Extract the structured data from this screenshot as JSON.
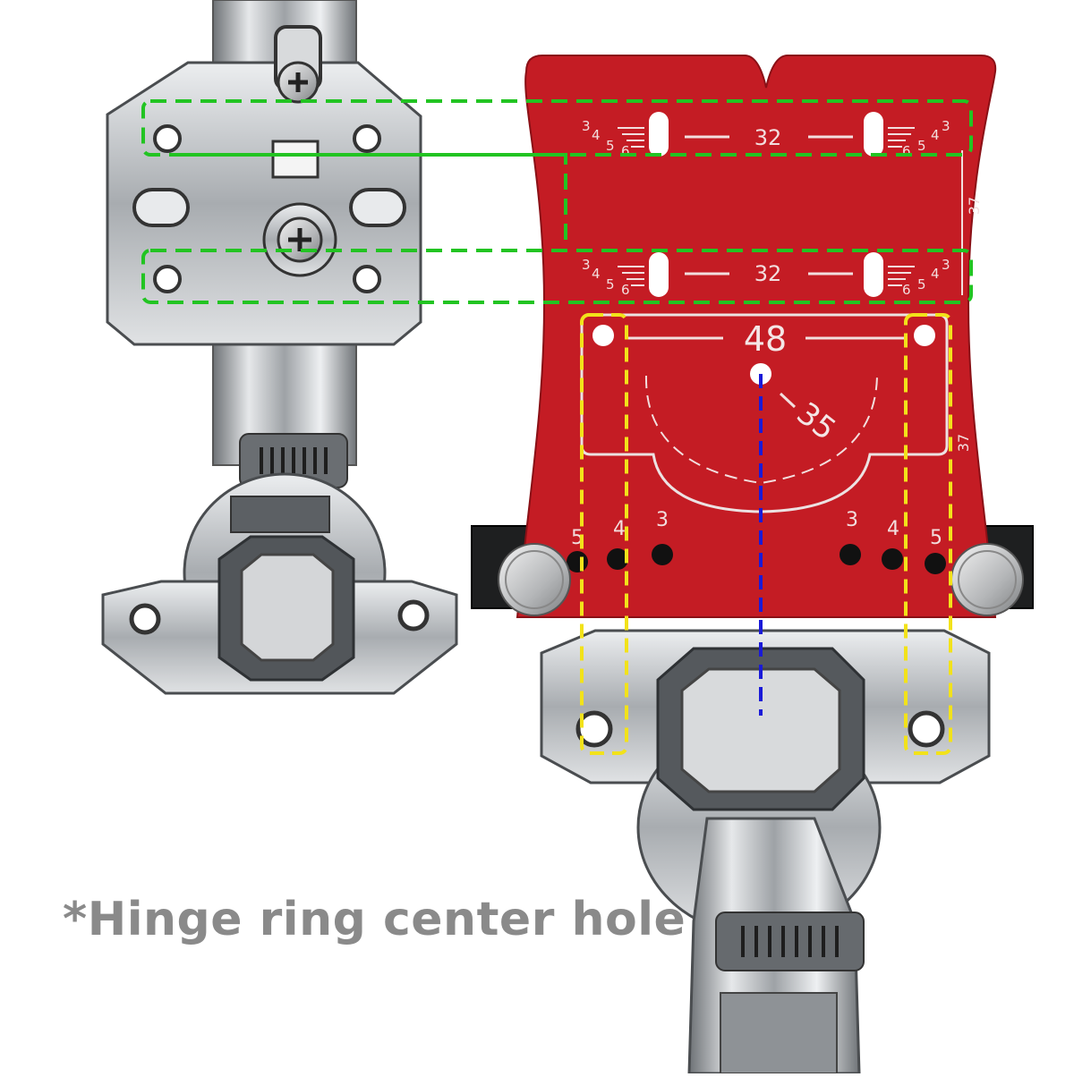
{
  "caption": "*Hinge ring center hole",
  "colors": {
    "jig_red": "#c41c24",
    "green_guide": "#22c422",
    "yellow_guide": "#f2e21a",
    "blue_guide": "#1a1ad8",
    "caption": "#8a8a8a",
    "steel": "#b8bcc0"
  },
  "jig": {
    "top_spacing": "32",
    "bottom_spacing": "32",
    "plate_spacing": "48",
    "cup_diameter": "35",
    "side_top": "37",
    "side_bottom": "37",
    "scale_digits": [
      "3",
      "4",
      "5",
      "6"
    ],
    "depth_marks_left": [
      "5",
      "4",
      "3"
    ],
    "depth_marks_right": [
      "3",
      "4",
      "5"
    ]
  }
}
